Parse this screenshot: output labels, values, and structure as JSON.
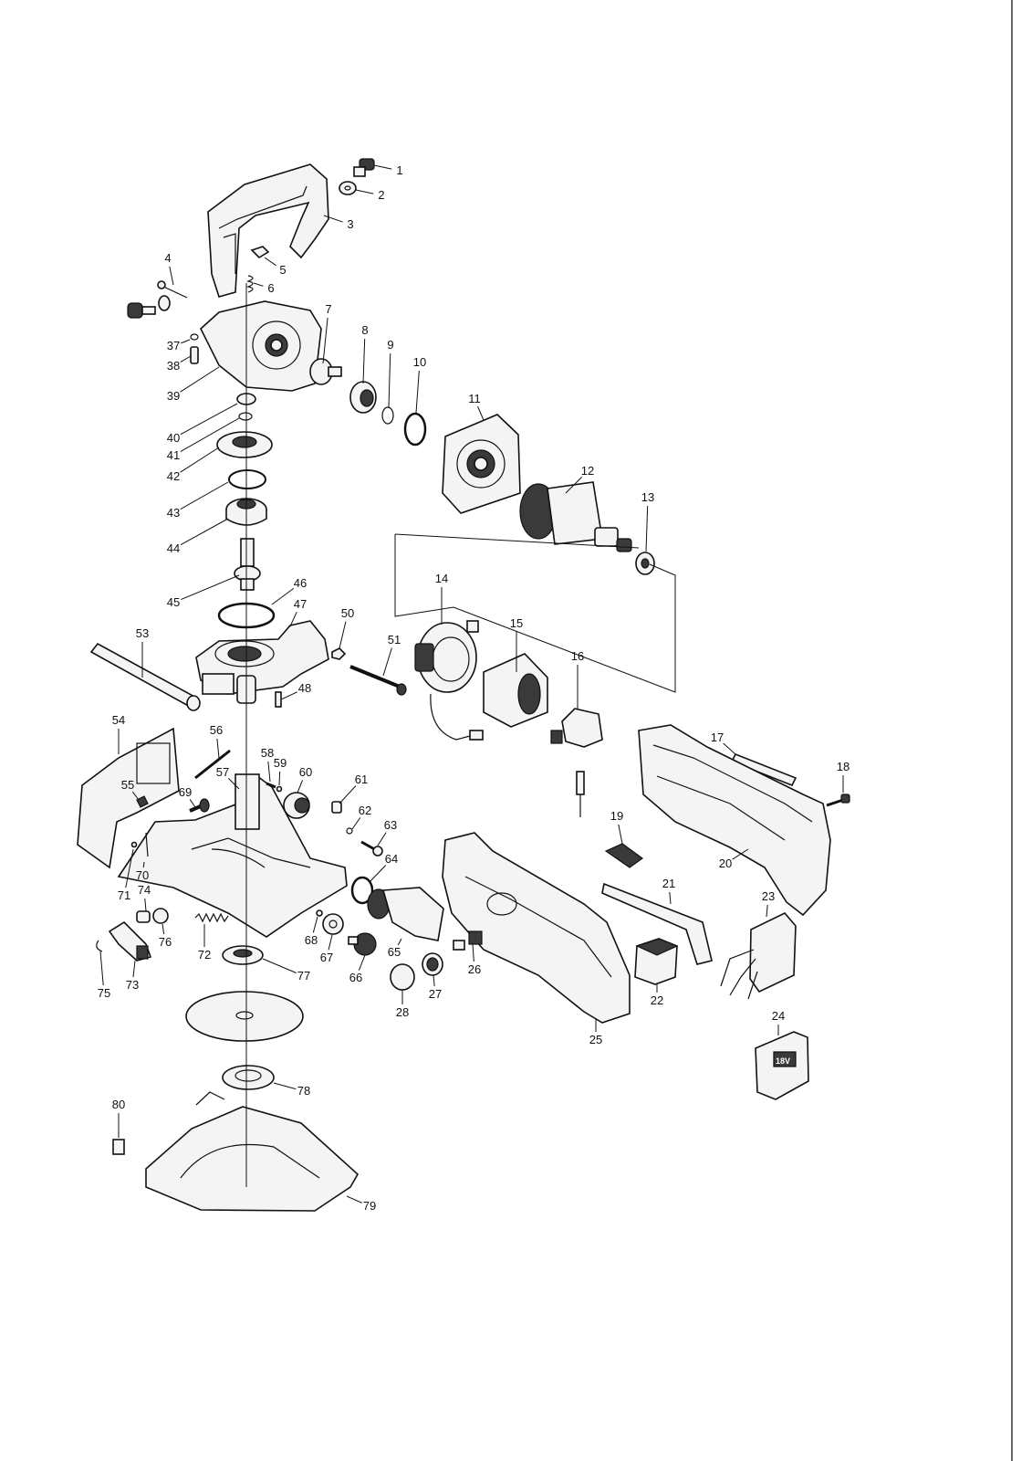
{
  "part_labels": [
    "1",
    "2",
    "3",
    "4",
    "5",
    "6",
    "7",
    "8",
    "9",
    "10",
    "11",
    "12",
    "13",
    "14",
    "15",
    "16",
    "17",
    "18",
    "19",
    "20",
    "21",
    "22",
    "23",
    "24",
    "25",
    "26",
    "27",
    "28",
    "37",
    "38",
    "39",
    "40",
    "41",
    "42",
    "43",
    "44",
    "45",
    "46",
    "47",
    "48",
    "50",
    "51",
    "53",
    "54",
    "55",
    "56",
    "57",
    "58",
    "59",
    "60",
    "61",
    "62",
    "63",
    "64",
    "65",
    "66",
    "67",
    "68",
    "69",
    "70",
    "71",
    "72",
    "73",
    "74",
    "75",
    "76",
    "77",
    "78",
    "79",
    "80"
  ],
  "battery_mark": "18V"
}
